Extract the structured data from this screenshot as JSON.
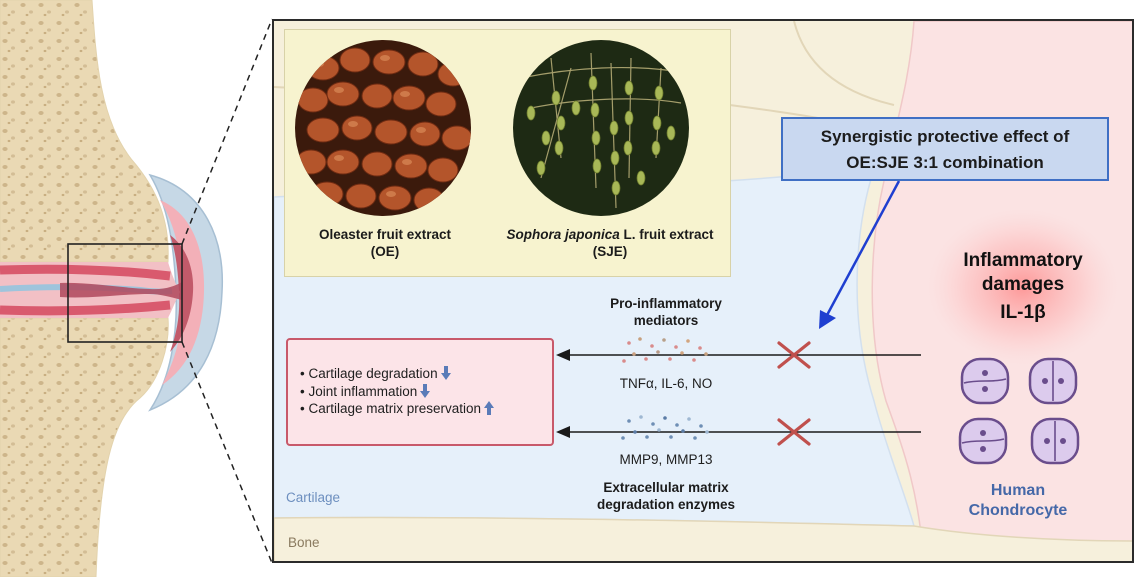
{
  "fruits": {
    "oe_name": "Oleaster fruit extract",
    "oe_abbr": "(OE)",
    "sje_name_italic": "Sophora japonica",
    "sje_name_rest": " L. fruit extract",
    "sje_abbr": "(SJE)"
  },
  "synergy": {
    "line1": "Synergistic protective effect of",
    "line2": "OE:SJE 3:1 combination"
  },
  "effects": [
    {
      "text": "Cartilage degradation",
      "direction": "down"
    },
    {
      "text": "Joint inflammation",
      "direction": "down"
    },
    {
      "text": "Cartilage matrix preservation",
      "direction": "up"
    }
  ],
  "pathways": {
    "pro_title_1": "Pro-inflammatory",
    "pro_title_2": "mediators",
    "pro_list": "TNFα, IL-6, NO",
    "ecm_list": "MMP9, MMP13",
    "ecm_title_1": "Extracellular matrix",
    "ecm_title_2": "degradation enzymes"
  },
  "regions": {
    "cartilage": "Cartilage",
    "bone": "Bone"
  },
  "inflammation": {
    "line1": "Inflammatory",
    "line2": "damages",
    "line3": "IL-1β"
  },
  "chondrocyte": {
    "line1": "Human",
    "line2": "Chondrocyte"
  },
  "colors": {
    "synergy_border": "#3f6fc4",
    "synergy_fill": "#c9d8f0",
    "effects_border": "#c8596a",
    "effects_fill": "#fce4e8",
    "inhibit_x": "#c0504d",
    "chondrocyte_label": "#4568a8",
    "cartilage_region": "#e6f0fa",
    "chondrocyte_region": "#fbe3e3",
    "blue_arrow": "#1f3fd0"
  }
}
